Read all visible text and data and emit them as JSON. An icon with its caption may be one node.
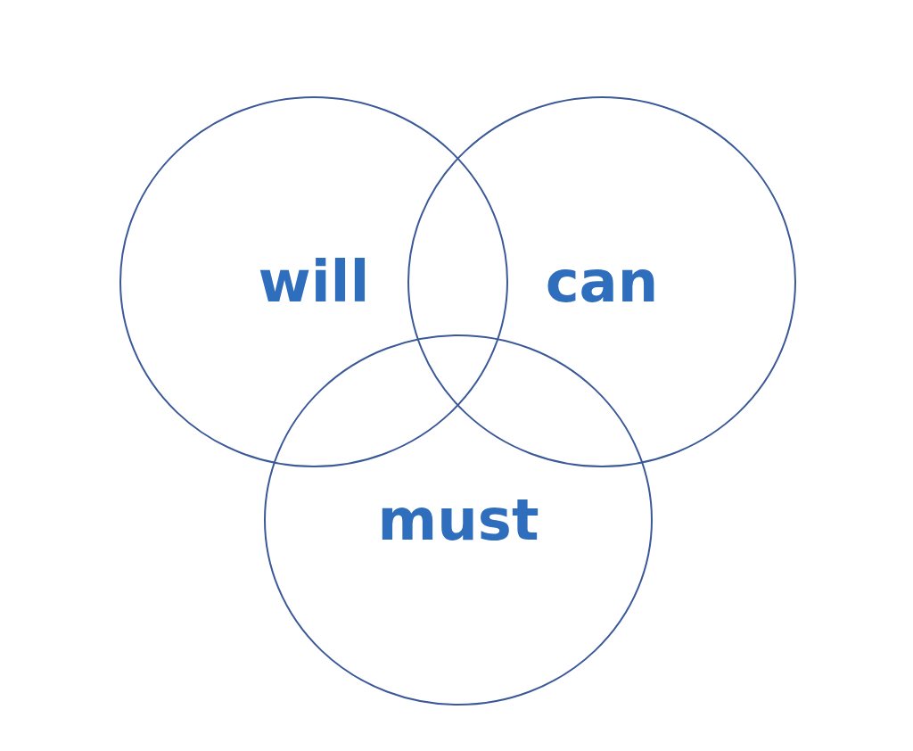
{
  "diagram": {
    "nodes": [
      {
        "text": [
          "will"
        ]
      },
      {
        "text": [
          "can"
        ]
      },
      {
        "text": [
          "must"
        ]
      }
    ]
  }
}
